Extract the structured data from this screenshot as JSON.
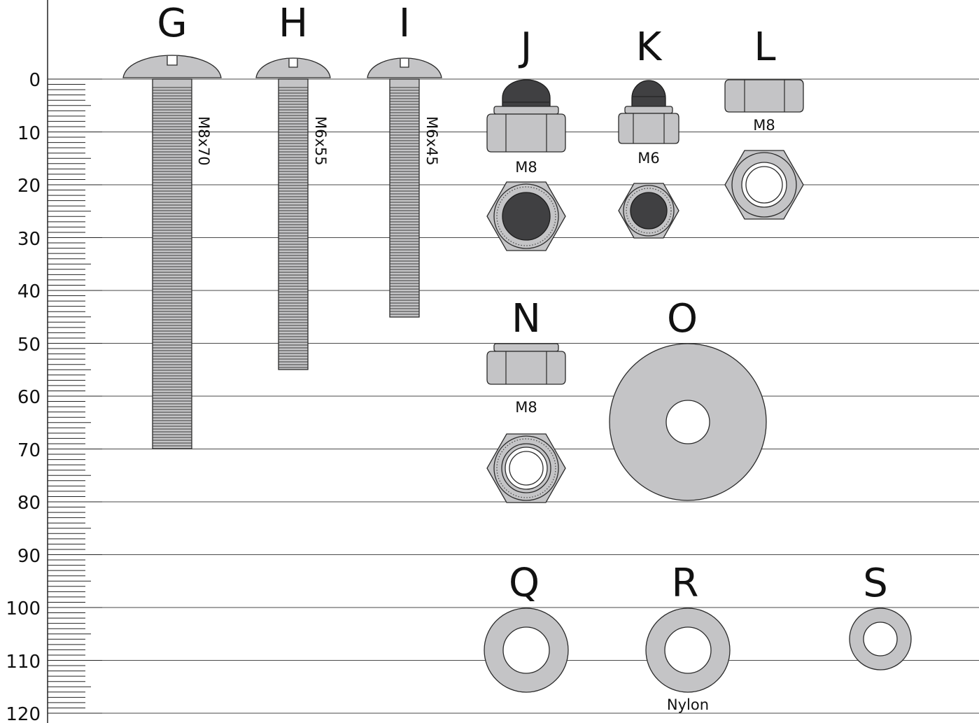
{
  "ruler": {
    "labels": [
      "0",
      "10",
      "20",
      "30",
      "40",
      "50",
      "60",
      "70",
      "80",
      "90",
      "100",
      "110",
      "120"
    ]
  },
  "parts": {
    "G": {
      "letter": "G",
      "size": "M8x70"
    },
    "H": {
      "letter": "H",
      "size": "M6x55"
    },
    "I": {
      "letter": "I",
      "size": "M6x45"
    },
    "J": {
      "letter": "J",
      "size": "M8"
    },
    "K": {
      "letter": "K",
      "size": "M6"
    },
    "L": {
      "letter": "L",
      "size": "M8"
    },
    "N": {
      "letter": "N",
      "size": "M8"
    },
    "O": {
      "letter": "O"
    },
    "Q": {
      "letter": "Q"
    },
    "R": {
      "letter": "R",
      "note": "Nylon"
    },
    "S": {
      "letter": "S"
    }
  },
  "colors": {
    "metal": "#c4c4c6",
    "cap": "#404042",
    "line": "#4a4a4a"
  }
}
